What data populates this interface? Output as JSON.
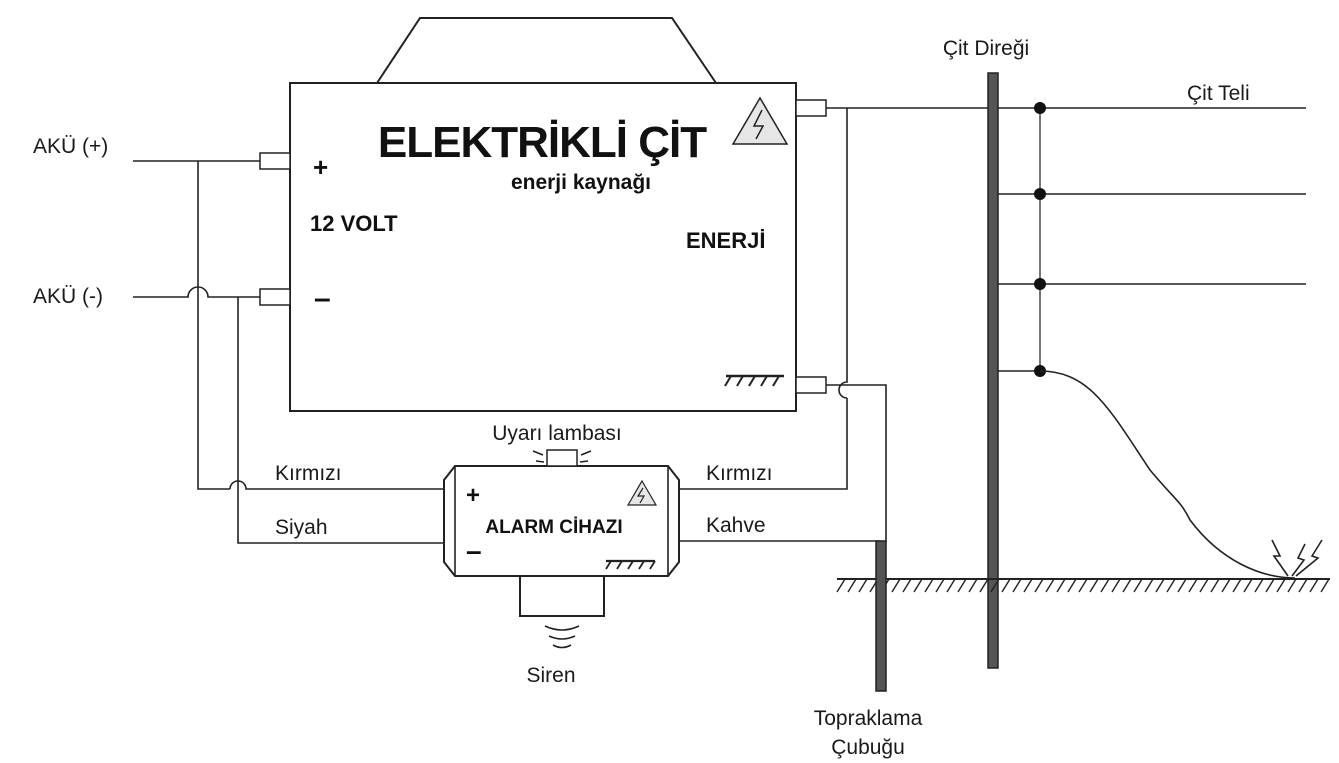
{
  "energizer": {
    "title": "ELEKTRİKLİ ÇİT",
    "subtitle": "enerji kaynağı",
    "voltage": "12 VOLT",
    "plus": "+",
    "minus": "–",
    "output_label": "ENERJİ"
  },
  "battery": {
    "positive": "AKÜ (+)",
    "negative": "AKÜ (-)"
  },
  "alarm": {
    "title": "ALARM CİHAZI",
    "plus": "+",
    "minus": "–",
    "lamp_label": "Uyarı lambası",
    "siren_label": "Siren"
  },
  "wires": {
    "red_left": "Kırmızı",
    "black_left": "Siyah",
    "red_right": "Kırmızı",
    "brown_right": "Kahve"
  },
  "fence": {
    "post_label": "Çit Direği",
    "wire_label": "Çit Teli"
  },
  "ground": {
    "rod_label_line1": "Topraklama",
    "rod_label_line2": "Çubuğu"
  },
  "colors": {
    "line": "#222222",
    "post": "#555555",
    "warning": "#e6e6e6"
  }
}
